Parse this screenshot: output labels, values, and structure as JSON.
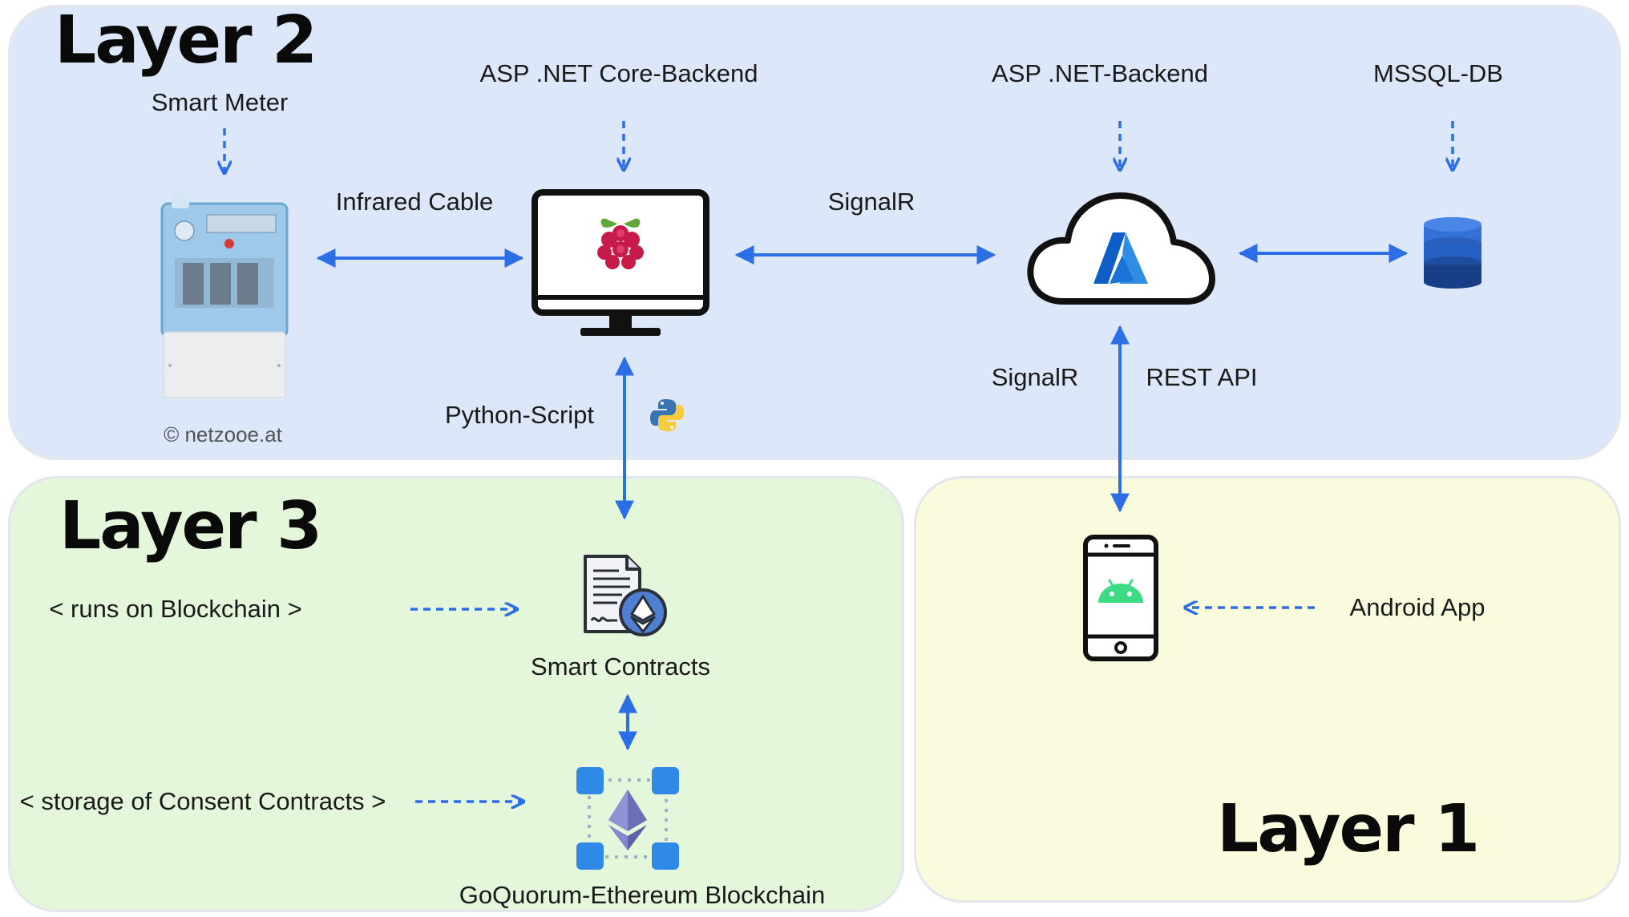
{
  "layers": {
    "layer2": {
      "title": "Layer 2"
    },
    "layer3": {
      "title": "Layer 3"
    },
    "layer1": {
      "title": "Layer 1"
    }
  },
  "labels": {
    "smart_meter": "Smart Meter",
    "backend_core": "ASP .NET Core-Backend",
    "backend_net": "ASP .NET-Backend",
    "mssql": "MSSQL-DB",
    "infrared": "Infrared Cable",
    "signalr_top": "SignalR",
    "signalr_side": "SignalR",
    "rest_api": "REST API",
    "python_script": "Python-Script",
    "copyright": "© netzooe.at",
    "runs_on": "< runs on Blockchain >",
    "smart_contracts": "Smart Contracts",
    "storage": "< storage of Consent Contracts >",
    "goquorum": "GoQuorum-Ethereum Blockchain",
    "android_app": "Android App"
  },
  "icons": {
    "smart_meter": "electricity-meter-photo",
    "computer": "raspberry-pi-monitor-icon",
    "cloud": "azure-cloud-icon",
    "database": "database-icon",
    "python": "python-logo-icon",
    "contract": "smart-contract-document-icon",
    "blockchain": "ethereum-blockchain-icon",
    "phone": "android-phone-icon"
  },
  "colors": {
    "arrow": "#2b6ee6",
    "layer2_bg": "#dce8f9",
    "layer3_bg": "#e4f7da",
    "layer1_bg": "#fafbdc"
  }
}
